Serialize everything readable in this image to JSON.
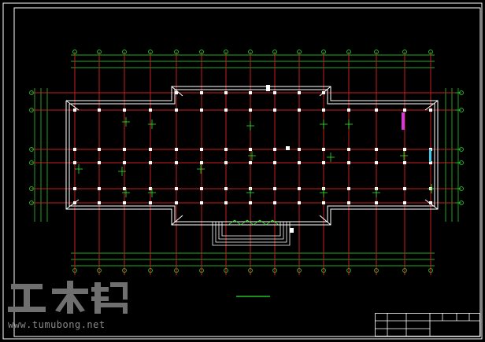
{
  "drawing": {
    "kind": "structural-floor-plan",
    "background": "#000000",
    "colors": {
      "frame": "#ffffff",
      "axis": "#c81e1e",
      "dimension": "#2ee62e",
      "outline": "#ffffff",
      "column": "#ffffff",
      "highlight_magenta": "#d23cd2",
      "highlight_cyan": "#3cc8e6"
    },
    "axes": {
      "vertical_count": 15,
      "horizontal_count": 6
    }
  },
  "watermark": {
    "logo_text": "土木帮",
    "url": "www.tumubong.net",
    "color": "#8a8a8a"
  },
  "title_block": {
    "label": "title-block"
  }
}
